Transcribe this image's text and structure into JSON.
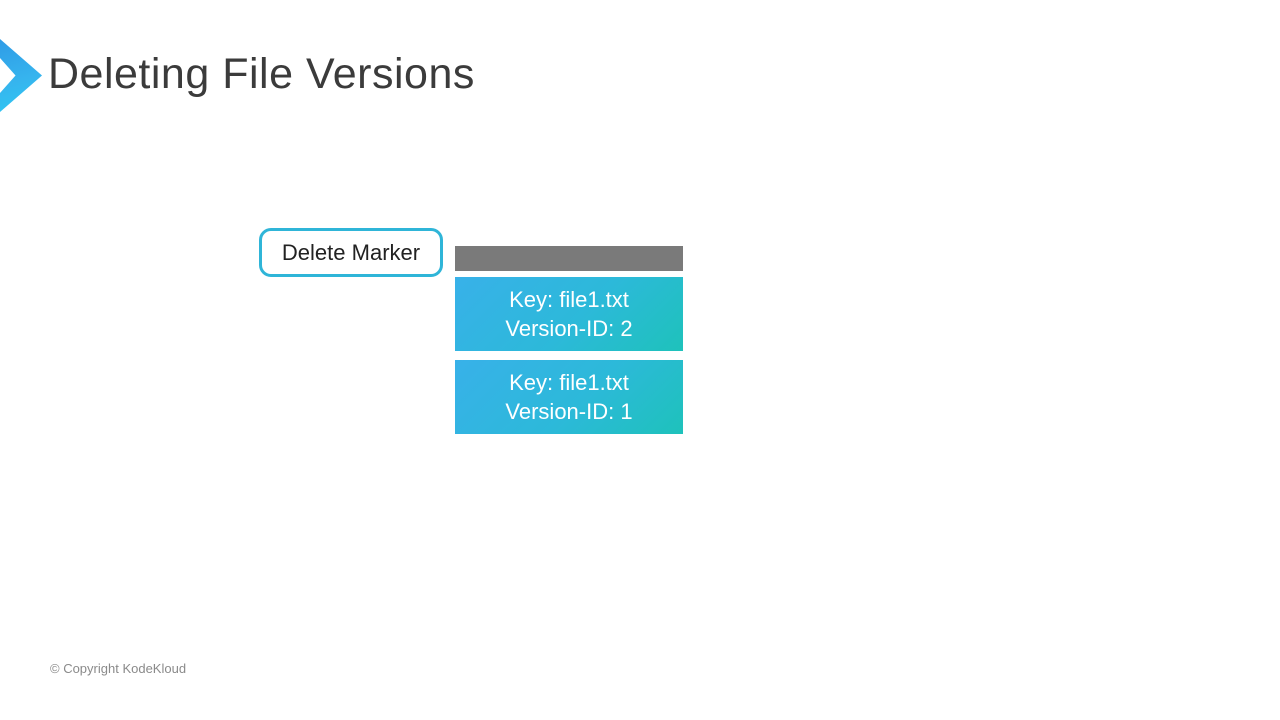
{
  "slide": {
    "title": "Deleting File Versions",
    "footer": "© Copyright KodeKloud"
  },
  "diagram": {
    "delete_marker_label": "Delete Marker",
    "delete_marker_bar": "delete-marker",
    "versions": [
      {
        "key_line": "Key: file1.txt",
        "version_line": "Version-ID: 2"
      },
      {
        "key_line": "Key: file1.txt",
        "version_line": "Version-ID: 1"
      }
    ]
  },
  "colors": {
    "accent_cyan_border": "#2fb5d8",
    "box_gradient_start": "#38b1e9",
    "box_gradient_end": "#1ec2bb",
    "gray_bar": "#7a7a7a",
    "title_text": "#3b3b3b",
    "footer_text": "#8a8a8a",
    "arrow_gradient_start": "#2f9be6",
    "arrow_gradient_end": "#2fc9f3"
  }
}
